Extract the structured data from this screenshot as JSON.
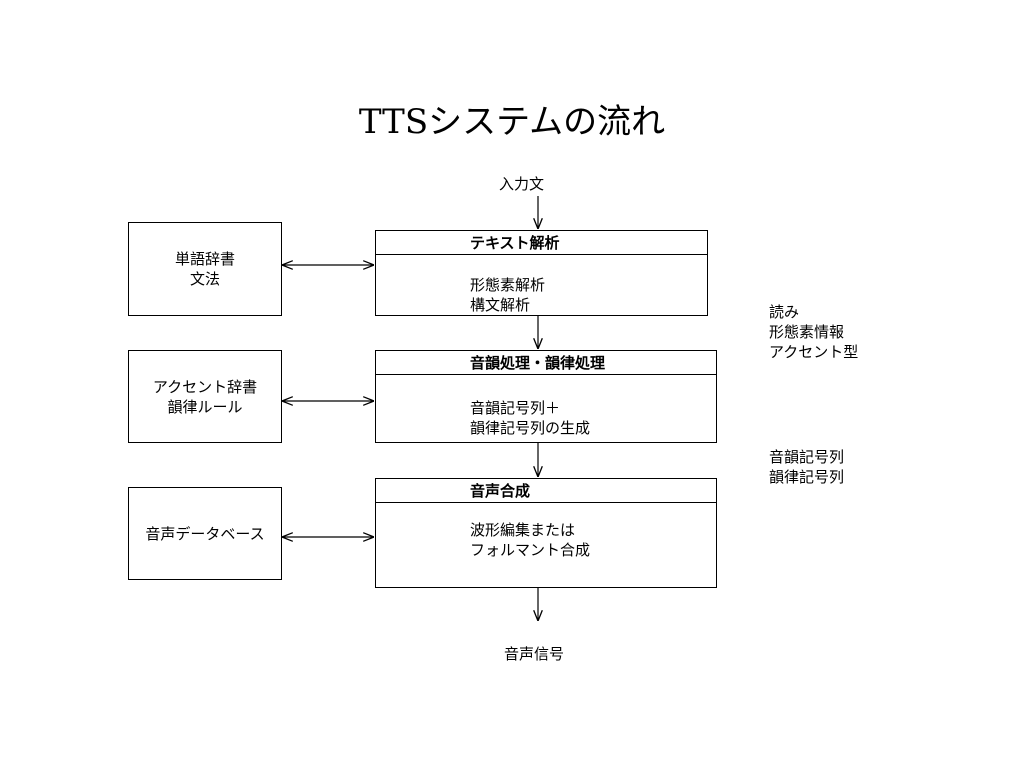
{
  "title": "TTSシステムの流れ",
  "input_label": "入力文",
  "output_label": "音声信号",
  "stages": [
    {
      "name": "テキスト解析",
      "lines": [
        "形態素解析",
        "構文解析"
      ]
    },
    {
      "name": "音韻処理・韻律処理",
      "lines": [
        "音韻記号列＋",
        "韻律記号列の生成"
      ]
    },
    {
      "name": "音声合成",
      "lines": [
        "波形編集または",
        "フォルマント合成"
      ]
    }
  ],
  "resources": [
    {
      "lines": [
        "単語辞書",
        "文法"
      ]
    },
    {
      "lines": [
        "アクセント辞書",
        "韻律ルール"
      ]
    },
    {
      "lines": [
        "音声データベース"
      ]
    }
  ],
  "annotations": [
    {
      "lines": [
        "読み",
        "形態素情報",
        "アクセント型"
      ]
    },
    {
      "lines": [
        "音韻記号列",
        "韻律記号列"
      ]
    }
  ]
}
